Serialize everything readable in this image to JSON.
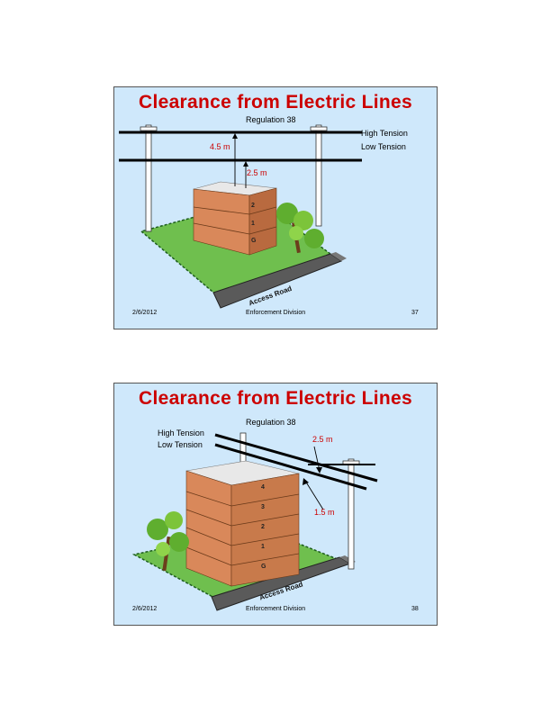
{
  "slides": [
    {
      "title": "Clearance from Electric Lines",
      "regulation": "Regulation 38",
      "high_tension": "High Tension",
      "low_tension": "Low Tension",
      "dim_a": "4.5 m",
      "dim_b": "2.5 m",
      "floors": [
        "2",
        "1",
        "G"
      ],
      "road": "Access Road",
      "date": "2/6/2012",
      "division": "Enforcement Division",
      "page": "37"
    },
    {
      "title": "Clearance from Electric Lines",
      "regulation": "Regulation 38",
      "high_tension": "High Tension",
      "low_tension": "Low Tension",
      "dim_a": "2.5 m",
      "dim_b": "1.5 m",
      "floors": [
        "4",
        "3",
        "2",
        "1",
        "G"
      ],
      "road": "Access Road",
      "date": "2/6/2012",
      "division": "Enforcement Division",
      "page": "38"
    }
  ],
  "colors": {
    "title": "#cc0000",
    "background": "#cfe8fb",
    "plot": "#6fbf4e",
    "building": "#d9885a",
    "road": "#5a5a5a"
  }
}
